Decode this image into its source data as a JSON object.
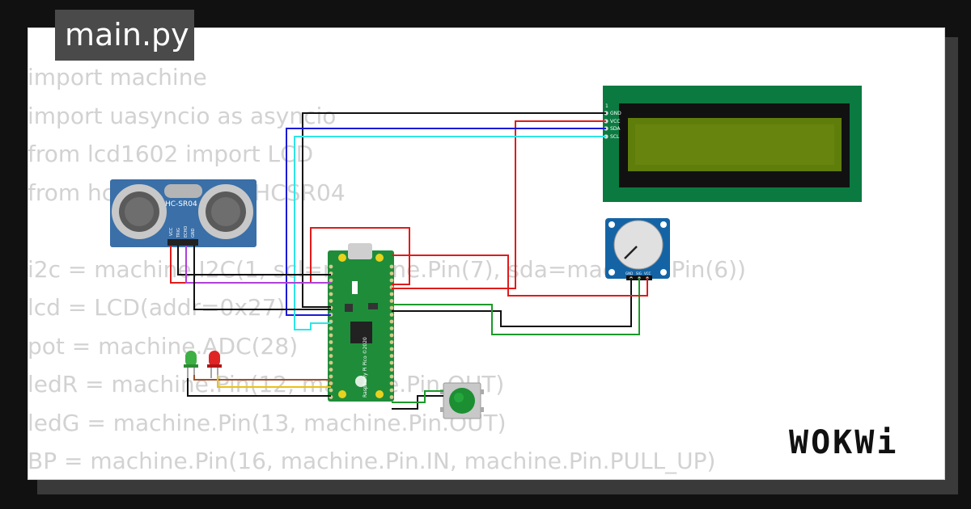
{
  "tab": {
    "filename": "main.py"
  },
  "code_lines": [
    "import machine",
    "import uasyncio as asyncio",
    "from lcd1602 import LCD",
    "from hcsr04 import HCSR04",
    "",
    "i2c = machine.I2C(1, scl=machine.Pin(7), sda=machine.Pin(6))",
    "lcd = LCD(addr=0x27)",
    "pot = machine.ADC(28)",
    "ledR = machine.Pin(12, machine.Pin.OUT)",
    "ledG = machine.Pin(13, machine.Pin.OUT)",
    "BP = machine.Pin(16, machine.Pin.IN, machine.Pin.PULL_UP)"
  ],
  "sensor": {
    "label": "HC-SR04",
    "pins": [
      "VCC",
      "TRIG",
      "ECHO",
      "GND"
    ]
  },
  "lcd_module": {
    "pin1": "1",
    "pins": [
      "GND",
      "VCC",
      "SDA",
      "SCL"
    ]
  },
  "pot_module": {
    "pins": [
      "GND",
      "SIG",
      "VCC"
    ]
  },
  "pico": {
    "label": "Raspberry Pi Pico ©2020"
  },
  "logo": {
    "text": "WOKWi"
  },
  "colors": {
    "lcd_board": "#0b7a41",
    "lcd_screen": "#5f7d0a",
    "sensor_board": "#3a6fa8",
    "pico_board": "#1f8c3a",
    "pot_board": "#1464a5",
    "wire_red": "#e01b1b",
    "wire_black": "#111111",
    "wire_blue": "#1a1ad8",
    "wire_cyan": "#2ee6e6",
    "wire_green": "#1c9a2a",
    "wire_purple": "#b040d8",
    "wire_yellow": "#e8c21a",
    "wire_brown": "#a0522d"
  }
}
